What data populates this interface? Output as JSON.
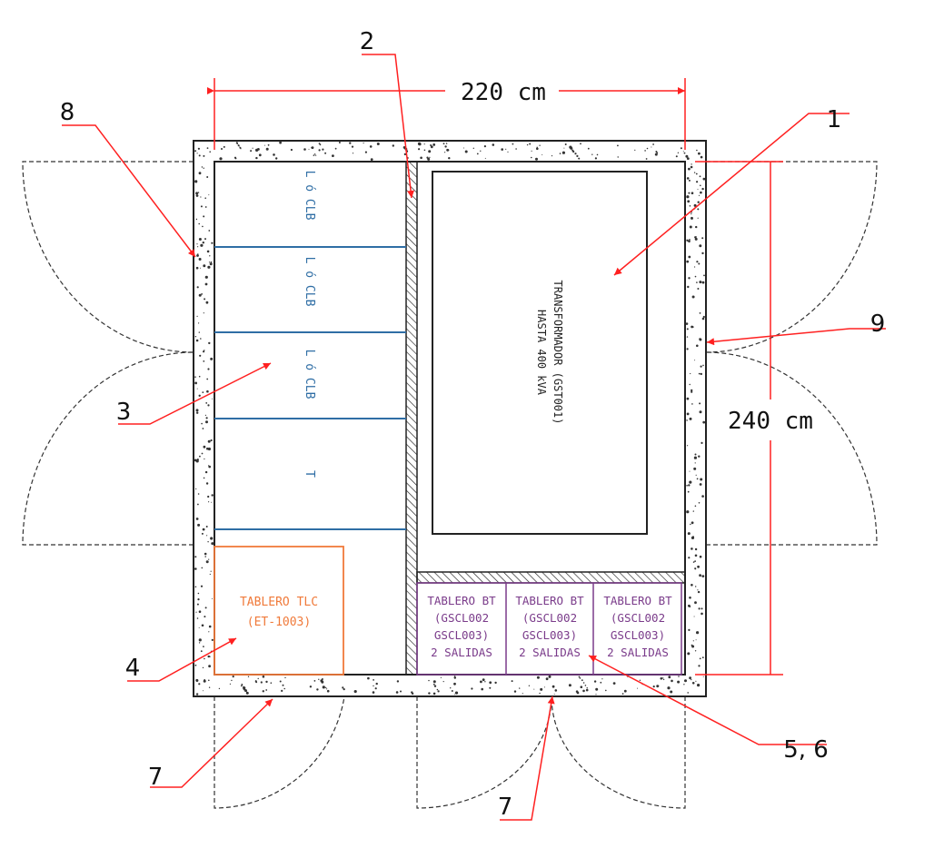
{
  "dimensions": {
    "width_label": "220 cm",
    "height_label": "240 cm"
  },
  "transformer": {
    "line1": "TRANSFORMADOR (GST001)",
    "line2": "HASTA 400 kVA"
  },
  "cells": [
    {
      "label": "L ó CLB"
    },
    {
      "label": "L ó CLB"
    },
    {
      "label": "L ó CLB"
    },
    {
      "label": "T"
    }
  ],
  "tablero_tlc": {
    "line1": "TABLERO TLC",
    "line2": "(ET-1003)"
  },
  "tableros_bt": [
    {
      "line1": "TABLERO BT",
      "line2": "(GSCL002",
      "line3": "GSCL003)",
      "line4": "2 SALIDAS"
    },
    {
      "line1": "TABLERO BT",
      "line2": "(GSCL002",
      "line3": "GSCL003)",
      "line4": "2 SALIDAS"
    },
    {
      "line1": "TABLERO BT",
      "line2": "(GSCL002",
      "line3": "GSCL003)",
      "line4": "2 SALIDAS"
    }
  ],
  "callouts": {
    "c1": "1",
    "c2": "2",
    "c3": "3",
    "c4": "4",
    "c56": "5, 6",
    "c7a": "7",
    "c7b": "7",
    "c8": "8",
    "c9": "9"
  },
  "colors": {
    "leader": "#ff2020",
    "blue": "#2f6ea5",
    "orange": "#f07a3a",
    "purple": "#7a3b8a"
  }
}
